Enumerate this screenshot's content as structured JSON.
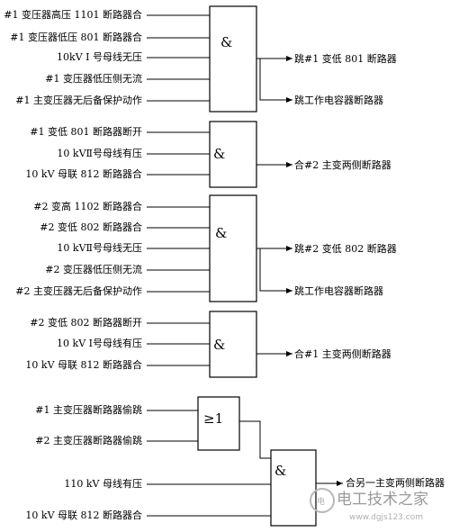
{
  "groups": [
    {
      "gate_symbol": "&",
      "inputs": [
        "#1 变压器高压 1101 断路器合",
        "#1 变压器低压 801 断路器合",
        "10kV Ⅰ 号母线无压",
        "#1 变压器低压侧无流",
        "#1 主变压器无后备保护动作"
      ],
      "outputs": [
        "跳#1 变低 801 断路器",
        "跳工作电容器断路器"
      ]
    },
    {
      "gate_symbol": "&",
      "inputs": [
        "#1 变低 801 断路器断开",
        "10 kVⅡ号母线有压",
        "10 kV 母联 812 断路器合"
      ],
      "outputs": [
        "合#2 主变两侧断路器"
      ]
    },
    {
      "gate_symbol": "&",
      "inputs": [
        "#2 变高 1102 断路器合",
        "#2 变低 802 断路器合",
        "10 kVⅡ号母线无压",
        "#2 变压器低压侧无流",
        "#2 主变压器无后备保护动作"
      ],
      "outputs": [
        "跳#2 变低 802 断路器",
        "跳工作电容器断路器"
      ]
    },
    {
      "gate_symbol": "&",
      "inputs": [
        "#2 变低 802 断路器断开",
        "10 kV Ⅰ号母线有压",
        "10 kV 母联 812 断路器合"
      ],
      "outputs": [
        "合#1 主变两侧断路器"
      ]
    }
  ],
  "final_block": {
    "or_symbol": "≥1",
    "or_inputs": [
      "#1 主变压器断路器偷跳",
      "#2 主变压器断路器偷跳"
    ],
    "and_symbol": "&",
    "and_inputs": [
      "110 kV 母线有压",
      "10 kV 母联 812 断路器合"
    ],
    "output": "合另一主变两侧断路器"
  },
  "watermark": {
    "title": "电工技术之家",
    "url": "www.dgjs123.com",
    "logo_text": "电"
  }
}
